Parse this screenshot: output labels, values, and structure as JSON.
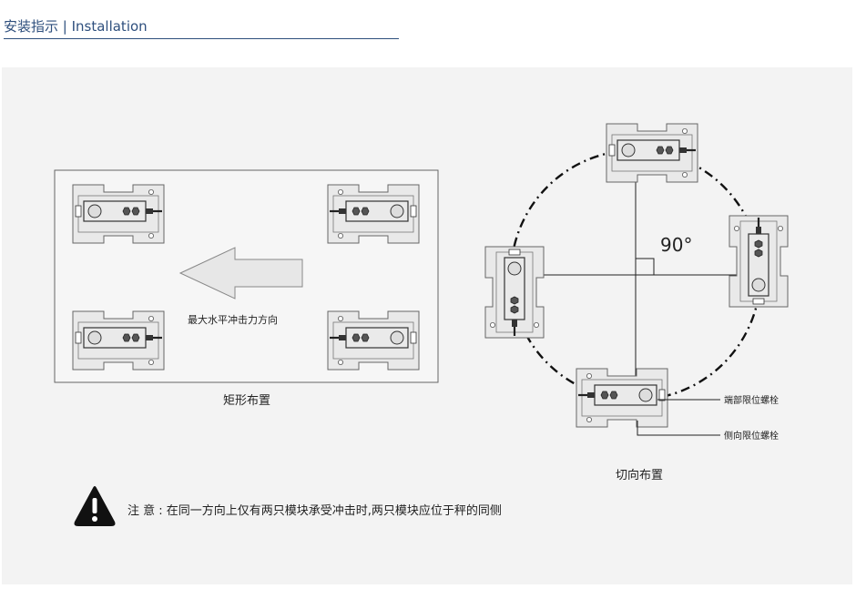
{
  "header": {
    "title": "安装指示 | Installation"
  },
  "diagram": {
    "rect_layout": {
      "caption": "矩形布置",
      "arrow_label": "最大水平冲击力方向"
    },
    "tangent_layout": {
      "caption": "切向布置",
      "angle_label": "90°",
      "end_bolt_label": "端部限位螺栓",
      "side_bolt_label": "侧向限位螺栓"
    },
    "warning": {
      "text": "注 意 : 在同一方向上仅有两只模块承受冲击时,两只模块应位于秤的同侧"
    }
  },
  "colors": {
    "accent": "#2e4f7d",
    "module_fill": "#e9e9e9",
    "module_stroke": "#666666"
  }
}
